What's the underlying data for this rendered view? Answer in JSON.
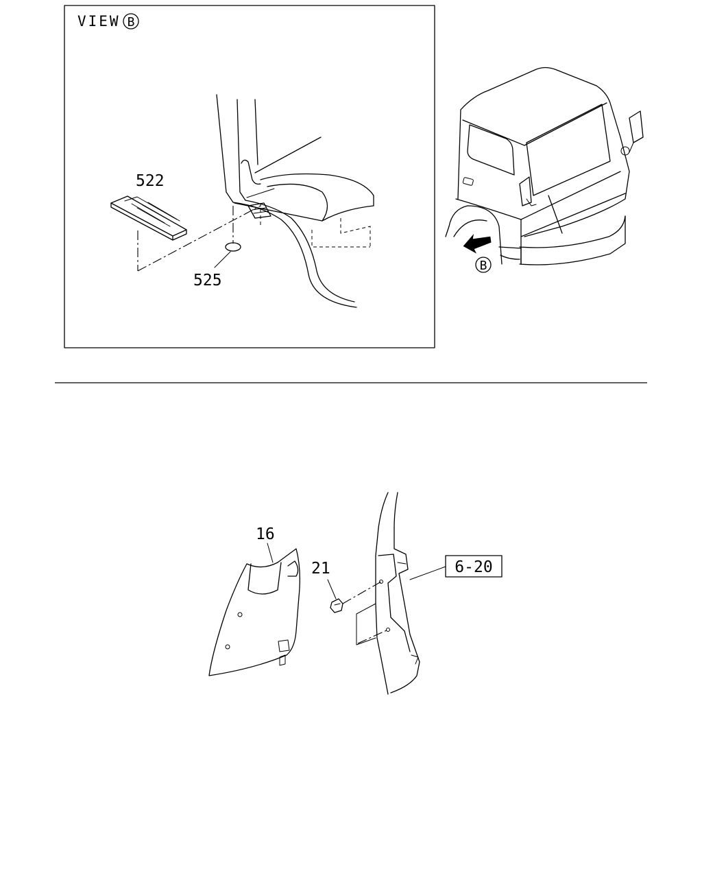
{
  "view_label": "VIEW",
  "view_ref": "B",
  "callouts": {
    "step_pad": "522",
    "plug": "525",
    "cover": "16",
    "clip": "21",
    "ref_box": "6-20"
  }
}
